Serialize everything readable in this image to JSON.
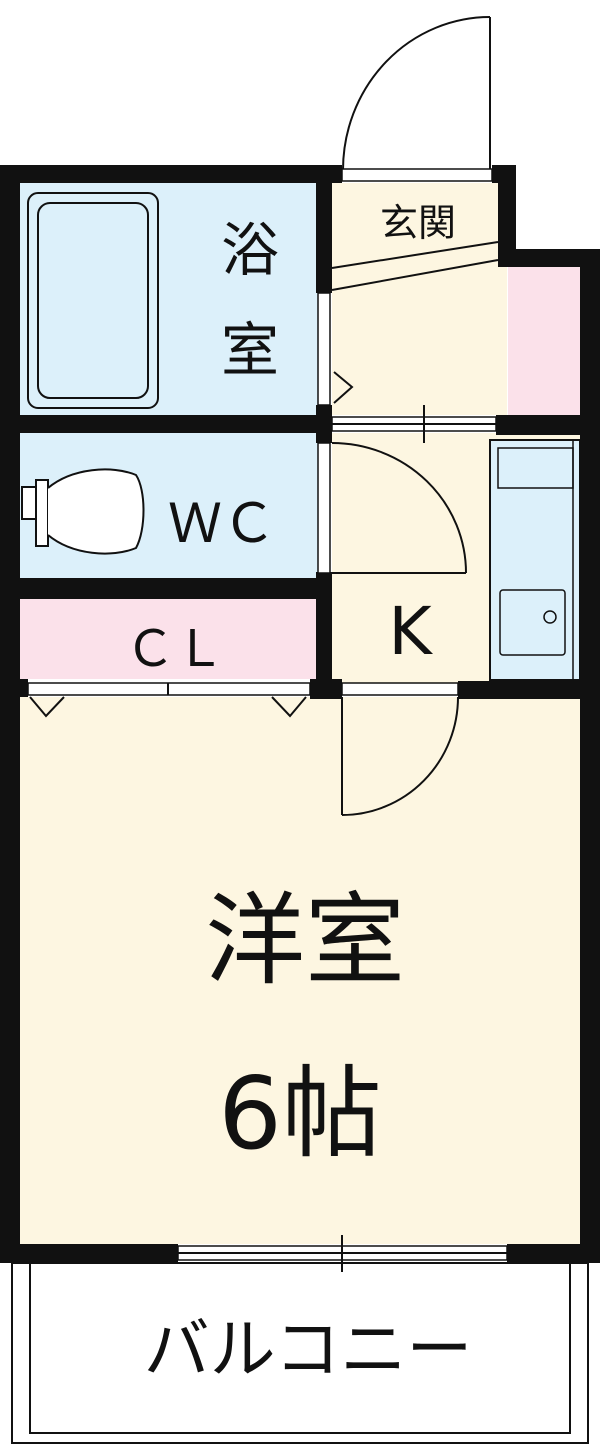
{
  "rooms": {
    "bath": {
      "label_line1": "浴",
      "label_line2": "室"
    },
    "entrance": {
      "label": "玄関"
    },
    "wc": {
      "label": "ＷＣ"
    },
    "closet": {
      "label": "ＣＬ"
    },
    "kitchen": {
      "label": "K"
    },
    "western_room": {
      "label": "洋室",
      "size": "6帖"
    },
    "balcony": {
      "label": "バルコニー"
    }
  },
  "colors": {
    "wall": "#111111",
    "wet_area": "#dcf0fa",
    "dry_area": "#fdf6e1",
    "storage": "#fbe1ea",
    "balcony": "#ffffff"
  }
}
